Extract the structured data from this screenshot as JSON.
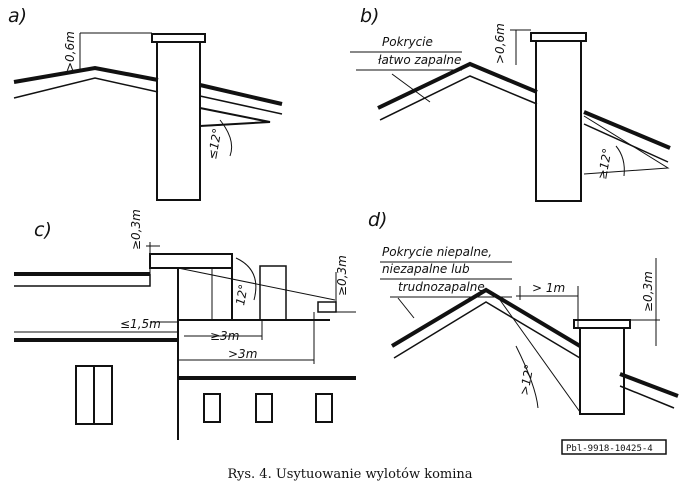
{
  "panels": {
    "a": {
      "label": "a)",
      "height_dim": ">0,6m",
      "angle_dim": "≤12°"
    },
    "b": {
      "label": "b)",
      "height_dim": ">0,6m",
      "angle_dim": "≥12°",
      "roof_note": [
        "Pokrycie",
        "łatwo zapalne"
      ]
    },
    "c": {
      "label": "c)",
      "height_dim_left": "≥0,3m",
      "height_dim_right": "≥0,3m",
      "angle_dim": "12°",
      "dim_left": "≤1,5m",
      "dim_mid": "≥3m",
      "dim_bottom": ">3m"
    },
    "d": {
      "label": "d)",
      "roof_note": [
        "Pokrycie niepalne,",
        "niezapalne lub",
        "trudnozapalne"
      ],
      "horiz_dim": "> 1m",
      "height_dim": "≥0,3m",
      "angle_dim": ">12°"
    }
  },
  "stamp": "Pbl-9918-10425-4",
  "caption": "Rys. 4. Usytuowanie wylotów komina"
}
